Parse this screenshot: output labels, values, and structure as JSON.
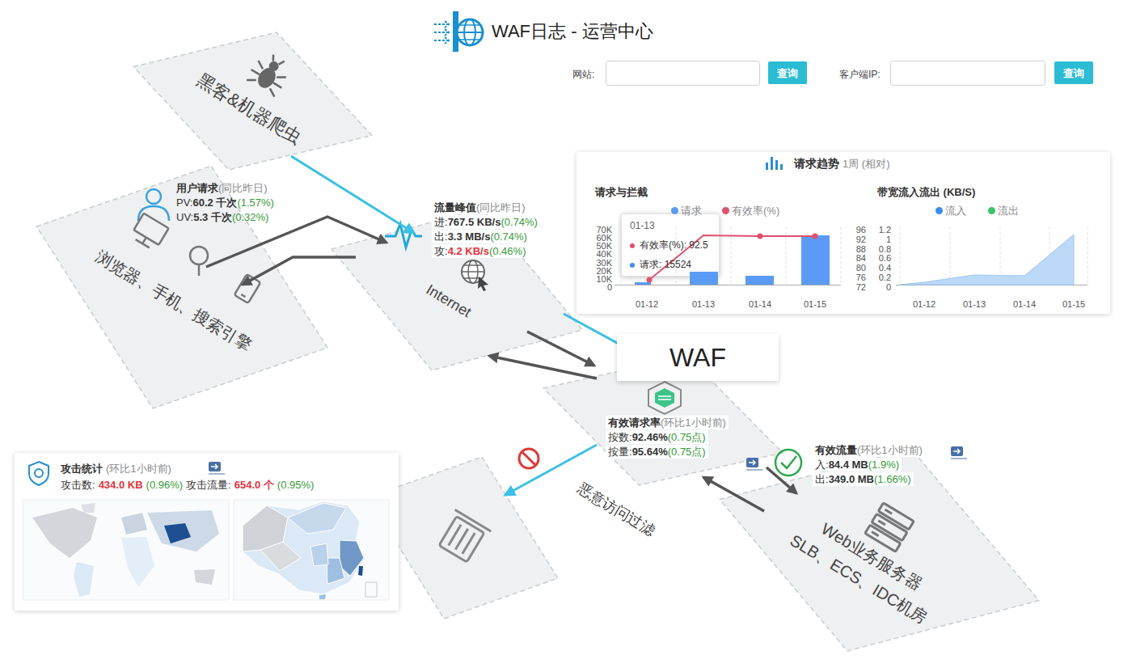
{
  "diagram": {
    "title": "WAF日志 - 运营中心",
    "nodes": [
      {
        "text": [
          "查询"
        ]
      },
      {
        "text": [
          "查询"
        ]
      },
      {
        "text": [
          "黑客&机器爬虫"
        ]
      },
      {
        "text": [
          "请求趋势",
          "1周 (相对)"
        ]
      },
      {
        "text": [
          "01-13",
          "有效率(%): 92.5",
          "请求: 15524"
        ],
        "in": 3
      },
      {
        "text": [
          "浏览器、手机、搜索引擎"
        ]
      },
      {
        "text": [
          "Internet"
        ]
      },
      {
        "text": [
          "WAF"
        ]
      },
      {
        "text": [
          "恶意访问过滤"
        ]
      },
      {
        "text": [
          "Web业务服务器",
          "SLB、ECS、IDC机房"
        ]
      },
      {
        "text": [
          "攻击统计",
          "(环比1小时前)",
          "攻击数:",
          "434.0 KB",
          "(0.96%)",
          "攻击流量:",
          "654.0 个",
          "(0.95%)"
        ]
      }
    ],
    "edges": [
      {
        "from": 2,
        "to": 6,
        "arrow": "to"
      },
      {
        "from": 5,
        "to": 6,
        "arrow": "to"
      },
      {
        "from": 6,
        "to": 5,
        "arrow": "to"
      },
      {
        "from": 6,
        "to": 7,
        "arrow": "none"
      },
      {
        "from": 6,
        "to": 7,
        "arrow": "to"
      },
      {
        "from": 7,
        "to": 6,
        "arrow": "to"
      },
      {
        "from": 7,
        "to": 8,
        "arrow": "to"
      },
      {
        "from": 7,
        "to": 9,
        "arrow": "to"
      },
      {
        "from": 9,
        "to": 7,
        "arrow": "to"
      }
    ],
    "labels": [
      "用户请求",
      "(同比昨日)",
      "PV:",
      "60.2 千次",
      "(1.57%)",
      "UV:",
      "5.3 千次",
      "(0.32%)",
      "流量峰值",
      "(同比昨日)",
      "进:",
      "767.5 KB/s",
      "(0.74%)",
      "出:",
      "3.3 MB/s",
      "(0.74%)",
      "攻:",
      "4.2 KB/s",
      "(0.46%)",
      "有效请求率",
      "(环比1小时前)",
      "按数:",
      "92.46%",
      "(0.75点)",
      "按量:",
      "95.64%",
      "(0.75点)",
      "有效流量",
      "(环比1小时前)",
      "入:",
      "84.4 MB",
      "(1.9%)",
      "出:",
      "349.0 MB",
      "(1.66%)",
      "网站:",
      "客户端IP:",
      "请求与拦截",
      "70K",
      "60K",
      "50K",
      "40K",
      "30K",
      "20K",
      "10K",
      "0",
      "01-12",
      "01-13",
      "01-14",
      "01-15",
      "带宽流入流出 (KB/S)",
      "96",
      "92",
      "88",
      "84",
      "80",
      "76",
      "72",
      "1.2",
      "1",
      "0.8",
      "0.6",
      "0.4",
      "0.2",
      "0",
      "01-12",
      "01-13",
      "01-14",
      "01-15"
    ],
    "legend": [
      {
        "text": "请求",
        "color": "#5b9bf5"
      },
      {
        "text": "有效率(%)",
        "color": "#e0516e"
      },
      {
        "text": "流入",
        "color": "#3b8ef0"
      },
      {
        "text": "流出",
        "color": "#3cc46a"
      }
    ]
  }
}
